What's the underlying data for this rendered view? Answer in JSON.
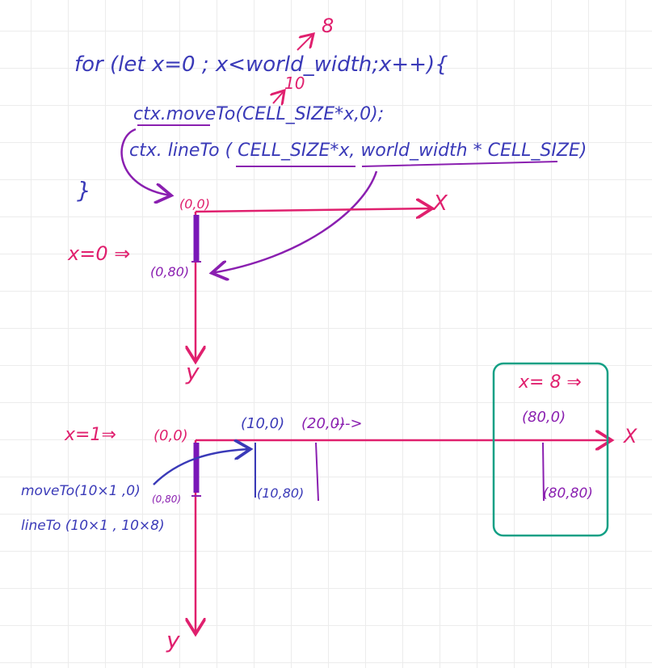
{
  "colors": {
    "code": "#3a3ab8",
    "axis": "#e0206e",
    "arrow": "#8a1fb0",
    "highlight": "#7a18b8",
    "box": "#12a085"
  },
  "code": {
    "line1": "for (let x=0 ; x<world_width;x++){",
    "line2": "ctx.moveTo(CELL_SIZE*x,0);",
    "line3": "ctx. lineTo ( CELL_SIZE*x, world_width * CELL_SIZE)",
    "line4": "}",
    "note_width": "8",
    "note_cell": "10"
  },
  "top_diagram": {
    "x_label": "x=0 ⇒",
    "origin": "(0,0)",
    "end_point": "(0,80)",
    "x_axis": "X",
    "y_axis": "y"
  },
  "bottom_diagram": {
    "x_label": "x=1⇒",
    "origin": "(0,0)",
    "p1_top": "(10,0)",
    "p2_top": "(20,0)",
    "dots": "--->",
    "p8_top": "(80,0)",
    "p0_bottom": "(0,80)",
    "p1_bottom": "(10,80)",
    "p8_bottom": "(80,80)",
    "move_call": "moveTo(10×1 ,0)",
    "line_call": "lineTo (10×1 , 10×8)",
    "x_axis": "X",
    "y_axis": "y"
  },
  "highlight_box": {
    "label": "x= 8 ⇒"
  }
}
